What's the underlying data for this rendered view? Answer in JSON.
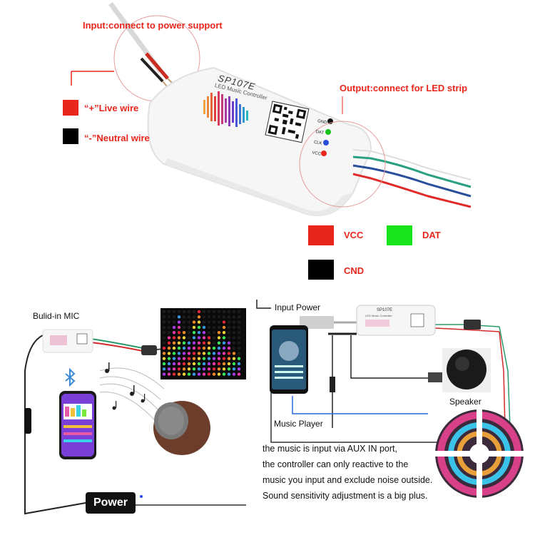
{
  "top": {
    "input_label": "Input:connect to power support",
    "output_label": "Output:connect for LED strip",
    "live_wire": "“+”Live wire",
    "neutral_wire": "“-”Neutral wire",
    "model": "SP107E",
    "subtitle": "LED Music Controller",
    "ports": [
      "GND",
      "DAT",
      "CLK",
      "VCC"
    ],
    "legend": {
      "vcc": "VCC",
      "dat": "DAT",
      "gnd": "CND"
    }
  },
  "bottom_left": {
    "mic_label": "Bulid-in MIC",
    "power_label": "Power"
  },
  "bottom_right": {
    "input_power": "Input Power",
    "music_player": "Music Player",
    "speaker": "Speaker",
    "model": "SP107E",
    "subtitle": "LED Music Controller"
  },
  "caption": [
    "the music is input via AUX IN port,",
    "the controller can only reactive to the",
    "music you input and exclude noise outside.",
    "Sound sensitivity adjustment is a big plus."
  ],
  "colors": {
    "red": "#e8261b",
    "green": "#19e31b",
    "black": "#000000",
    "white": "#ffffff"
  }
}
